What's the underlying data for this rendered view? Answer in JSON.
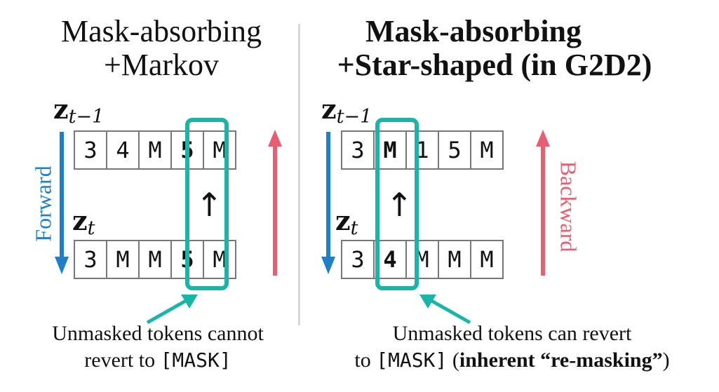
{
  "left": {
    "title_line1": "Mask-absorbing",
    "title_line2": "+Markov",
    "z_top": "z",
    "z_top_sub": "t−1",
    "z_bottom": "z",
    "z_bottom_sub": "t",
    "row_top": [
      "3",
      "4",
      "M",
      "5",
      "M"
    ],
    "row_bottom": [
      "3",
      "M",
      "M",
      "5",
      "M"
    ],
    "forward_label": "Forward",
    "up_arrow": "↑",
    "caption_line1": "Unmasked tokens cannot",
    "caption_line2_prefix": "revert to ",
    "caption_line2_mask": "[MASK]"
  },
  "right": {
    "title_line1": "Mask-absorbing",
    "title_line2": "+Star-shaped (in G2D2)",
    "z_top": "z",
    "z_top_sub": "t−1",
    "z_bottom": "z",
    "z_bottom_sub": "t",
    "row_top": [
      "3",
      "M",
      "1",
      "5",
      "M"
    ],
    "row_bottom": [
      "3",
      "4",
      "M",
      "M",
      "M"
    ],
    "backward_label": "Backward",
    "up_arrow": "↑",
    "caption_line1": "Unmasked tokens can revert",
    "caption_line2_prefix": "to ",
    "caption_line2_mask": "[MASK]",
    "caption_line2_open": " (",
    "caption_line2_bold": "inherent “re-masking”",
    "caption_line2_close": ")"
  },
  "colors": {
    "forward": "#1f7fc8",
    "backward": "#e85d6f",
    "highlight": "#1bb5a8"
  }
}
